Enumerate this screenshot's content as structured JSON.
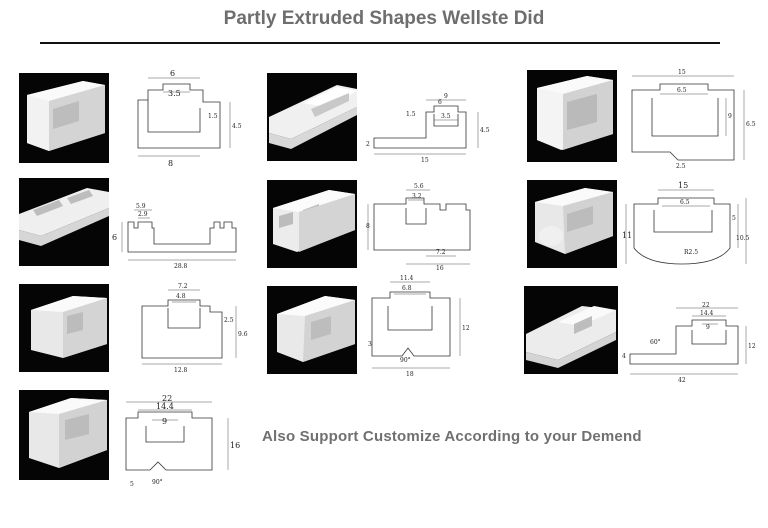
{
  "header": {
    "title": "Partly Extruded Shapes Wellste Did"
  },
  "footer": {
    "caption": "Also Support Customize According to your Demend"
  },
  "shapes": [
    {
      "dims": [
        "6",
        "3.5",
        "8",
        "1.5",
        "4.5"
      ]
    },
    {
      "dims": [
        "9",
        "6",
        "3.5",
        "1.5",
        "15",
        "2",
        "4.5"
      ]
    },
    {
      "dims": [
        "15",
        "6.5",
        "9",
        "6.5",
        "2.5"
      ]
    },
    {
      "dims": [
        "5.9",
        "2.9",
        "6",
        "28.8"
      ]
    },
    {
      "dims": [
        "5.6",
        "3.2",
        "8",
        "7.2",
        "16"
      ]
    },
    {
      "dims": [
        "15",
        "6.5",
        "11",
        "5",
        "10.5",
        "R2.5"
      ]
    },
    {
      "dims": [
        "7.2",
        "4.8",
        "9.6",
        "2.5",
        "12.8"
      ]
    },
    {
      "dims": [
        "11.4",
        "6.8",
        "12",
        "3",
        "90°",
        "18"
      ]
    },
    {
      "dims": [
        "22",
        "14.4",
        "9",
        "12",
        "4",
        "60°",
        "42"
      ]
    },
    {
      "dims": [
        "22",
        "14.4",
        "9",
        "16",
        "5",
        "90°"
      ]
    }
  ]
}
